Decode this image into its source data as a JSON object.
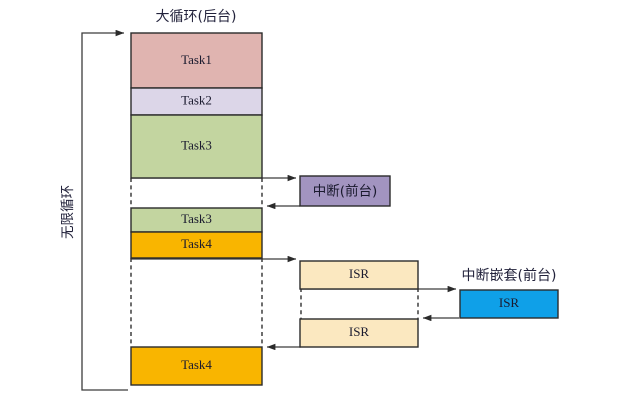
{
  "diagram": {
    "title_main": "大循环(后台)",
    "title_interrupt_nested": "中断嵌套(前台)",
    "loop_label": "无限循环",
    "colors": {
      "task1": "#e0b4b0",
      "task2": "#dcd6e8",
      "task3": "#c3d5a0",
      "task4": "#f9b500",
      "interrupt": "#a294c0",
      "isr": "#fbe8c0",
      "isr_nested": "#0fa0e8",
      "stroke": "#2b2b2b",
      "line": "#3c3c3c",
      "background": "#ffffff"
    },
    "background_tasks": [
      {
        "label": "Task1",
        "color_key": "task1"
      },
      {
        "label": "Task2",
        "color_key": "task2"
      },
      {
        "label": "Task3",
        "color_key": "task3"
      },
      {
        "label": "Task3",
        "color_key": "task3"
      },
      {
        "label": "Task4",
        "color_key": "task4"
      },
      {
        "label": "Task4",
        "color_key": "task4"
      }
    ],
    "foreground_blocks": [
      {
        "label": "中断(前台)",
        "color_key": "interrupt"
      },
      {
        "label": "ISR",
        "color_key": "isr"
      },
      {
        "label": "ISR",
        "color_key": "isr"
      },
      {
        "label": "ISR",
        "color_key": "isr_nested"
      }
    ]
  }
}
